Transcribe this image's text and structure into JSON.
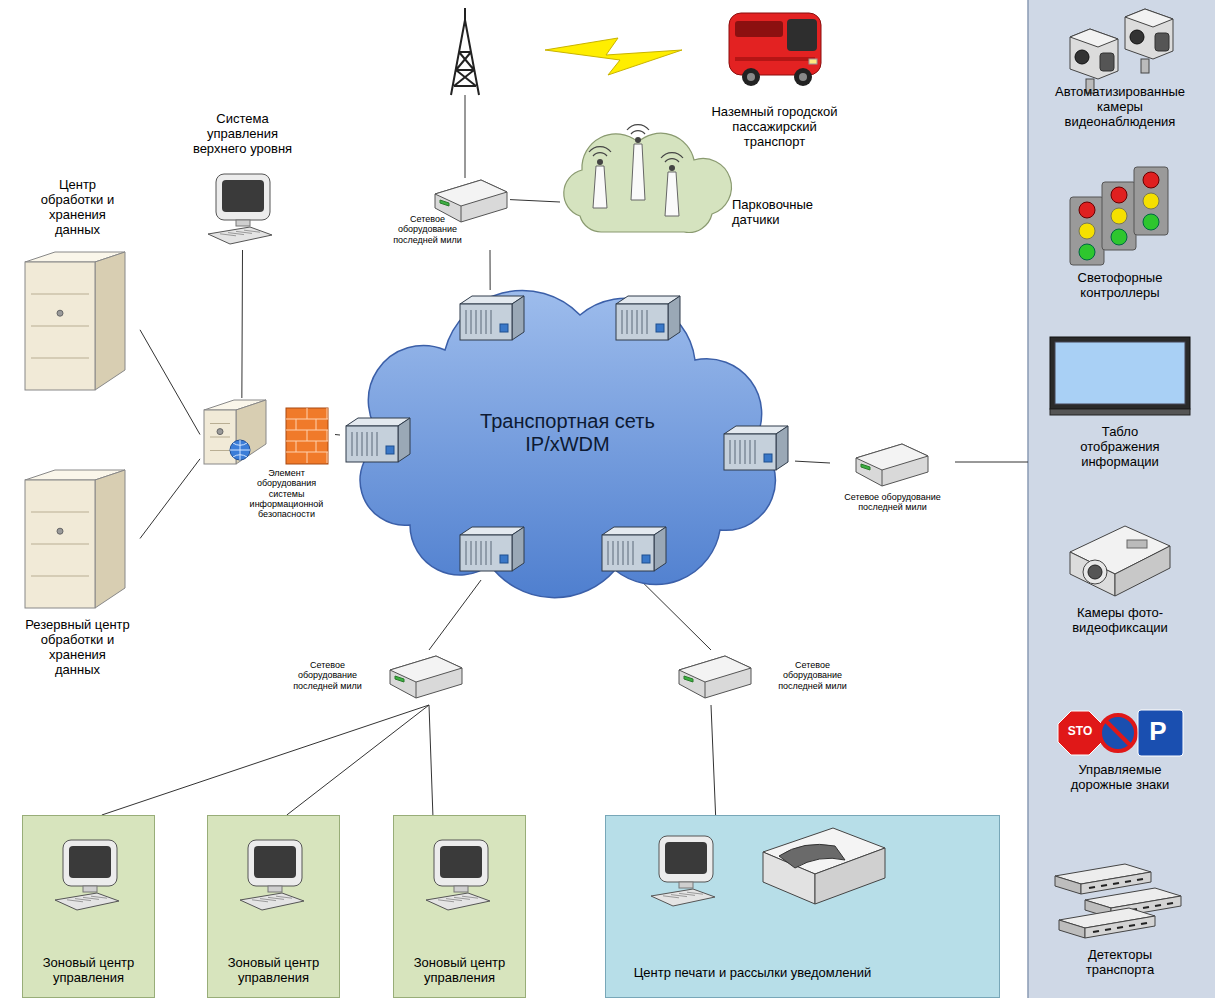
{
  "diagram": {
    "nodes": [
      {
        "text": [
          "Система управления верхнего уровня"
        ]
      },
      {
        "text": [
          "Сетевое оборудование последней мили"
        ]
      },
      {
        "text": [
          "Наземный городской пассажирский транспорт"
        ]
      },
      {
        "text": [
          "Парковочные датчики"
        ]
      },
      {
        "text": [
          "Центр обработки и хранения данных"
        ]
      },
      {
        "text": [
          "Транспортная сеть IP/xWDM"
        ]
      },
      {
        "text": [
          "Элемент оборудования системы информационной безопасности"
        ]
      },
      {
        "text": [
          "Сетевое оборудование последней мили"
        ]
      },
      {
        "text": [
          "Резервный центр обработки и хранения данных"
        ]
      },
      {
        "text": [
          "Сетевое оборудование последней мили"
        ]
      },
      {
        "text": [
          "Сетевое оборудование последней мили"
        ]
      },
      {
        "text": [
          "Зоновый центр управления"
        ]
      },
      {
        "text": [
          "Зоновый центр управления"
        ]
      },
      {
        "text": [
          "Зоновый центр управления"
        ]
      },
      {
        "text": [
          "Центр печати и рассылки уведомлений"
        ]
      },
      {
        "text": [
          "Автоматизированные камеры видеонаблюдения"
        ]
      },
      {
        "text": [
          "Светофорные контроллеры"
        ]
      },
      {
        "text": [
          "Табло отображения информации"
        ]
      },
      {
        "text": [
          "Камеры фото-видеофиксации"
        ]
      },
      {
        "text": [
          "Управляемые дорожные знаки"
        ]
      },
      {
        "text": [
          "Детекторы транспорта"
        ]
      }
    ],
    "edges": [
      {
        "from": 4,
        "to": 6,
        "arrow": "none"
      },
      {
        "from": 8,
        "to": 6,
        "arrow": "none"
      },
      {
        "from": 0,
        "to": 6,
        "arrow": "none"
      },
      {
        "from": 6,
        "to": 5,
        "arrow": "none"
      },
      {
        "from": 1,
        "to": 5,
        "arrow": "none"
      },
      {
        "from": 1,
        "to": 3,
        "arrow": "none"
      },
      {
        "from": 5,
        "to": 7,
        "arrow": "none"
      },
      {
        "from": 5,
        "to": 9,
        "arrow": "none"
      },
      {
        "from": 5,
        "to": 10,
        "arrow": "none"
      },
      {
        "from": 9,
        "to": 11,
        "arrow": "none"
      },
      {
        "from": 9,
        "to": 12,
        "arrow": "none"
      },
      {
        "from": 9,
        "to": 13,
        "arrow": "none"
      },
      {
        "from": 10,
        "to": 14,
        "arrow": "none"
      }
    ],
    "labels": [
      "STO",
      "P"
    ]
  }
}
